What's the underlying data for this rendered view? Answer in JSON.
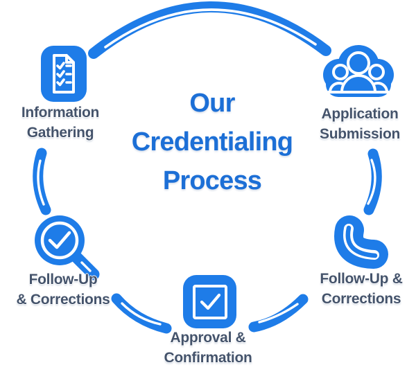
{
  "title": {
    "line1": "Our",
    "line2": "Credentialing",
    "line3": "Process"
  },
  "steps": [
    {
      "id": "information-gathering",
      "icon": "checklist-clipboard-icon",
      "line1": "Information",
      "line2": "Gathering",
      "position": "top-left"
    },
    {
      "id": "application-submission",
      "icon": "people-group-icon",
      "line1": "Application",
      "line2": "Submission",
      "position": "top-right"
    },
    {
      "id": "follow-up-corrections-right",
      "icon": "phone-icon",
      "line1": "Follow-Up &",
      "line2": "Corrections",
      "position": "right"
    },
    {
      "id": "approval-confirmation",
      "icon": "checkbox-icon",
      "line1": "Approval &",
      "line2": "Confirmation",
      "position": "bottom-center"
    },
    {
      "id": "follow-up-corrections-left",
      "icon": "magnifier-check-icon",
      "line1": "Follow-Up",
      "line2": "& Corrections",
      "position": "left"
    }
  ],
  "colors": {
    "primary_blue": "#1E7CE8",
    "title_blue": "#1C6FD6",
    "label_color": "#44536B",
    "icon_outline": "#FFFFFF",
    "background": "#FFFFFF"
  }
}
